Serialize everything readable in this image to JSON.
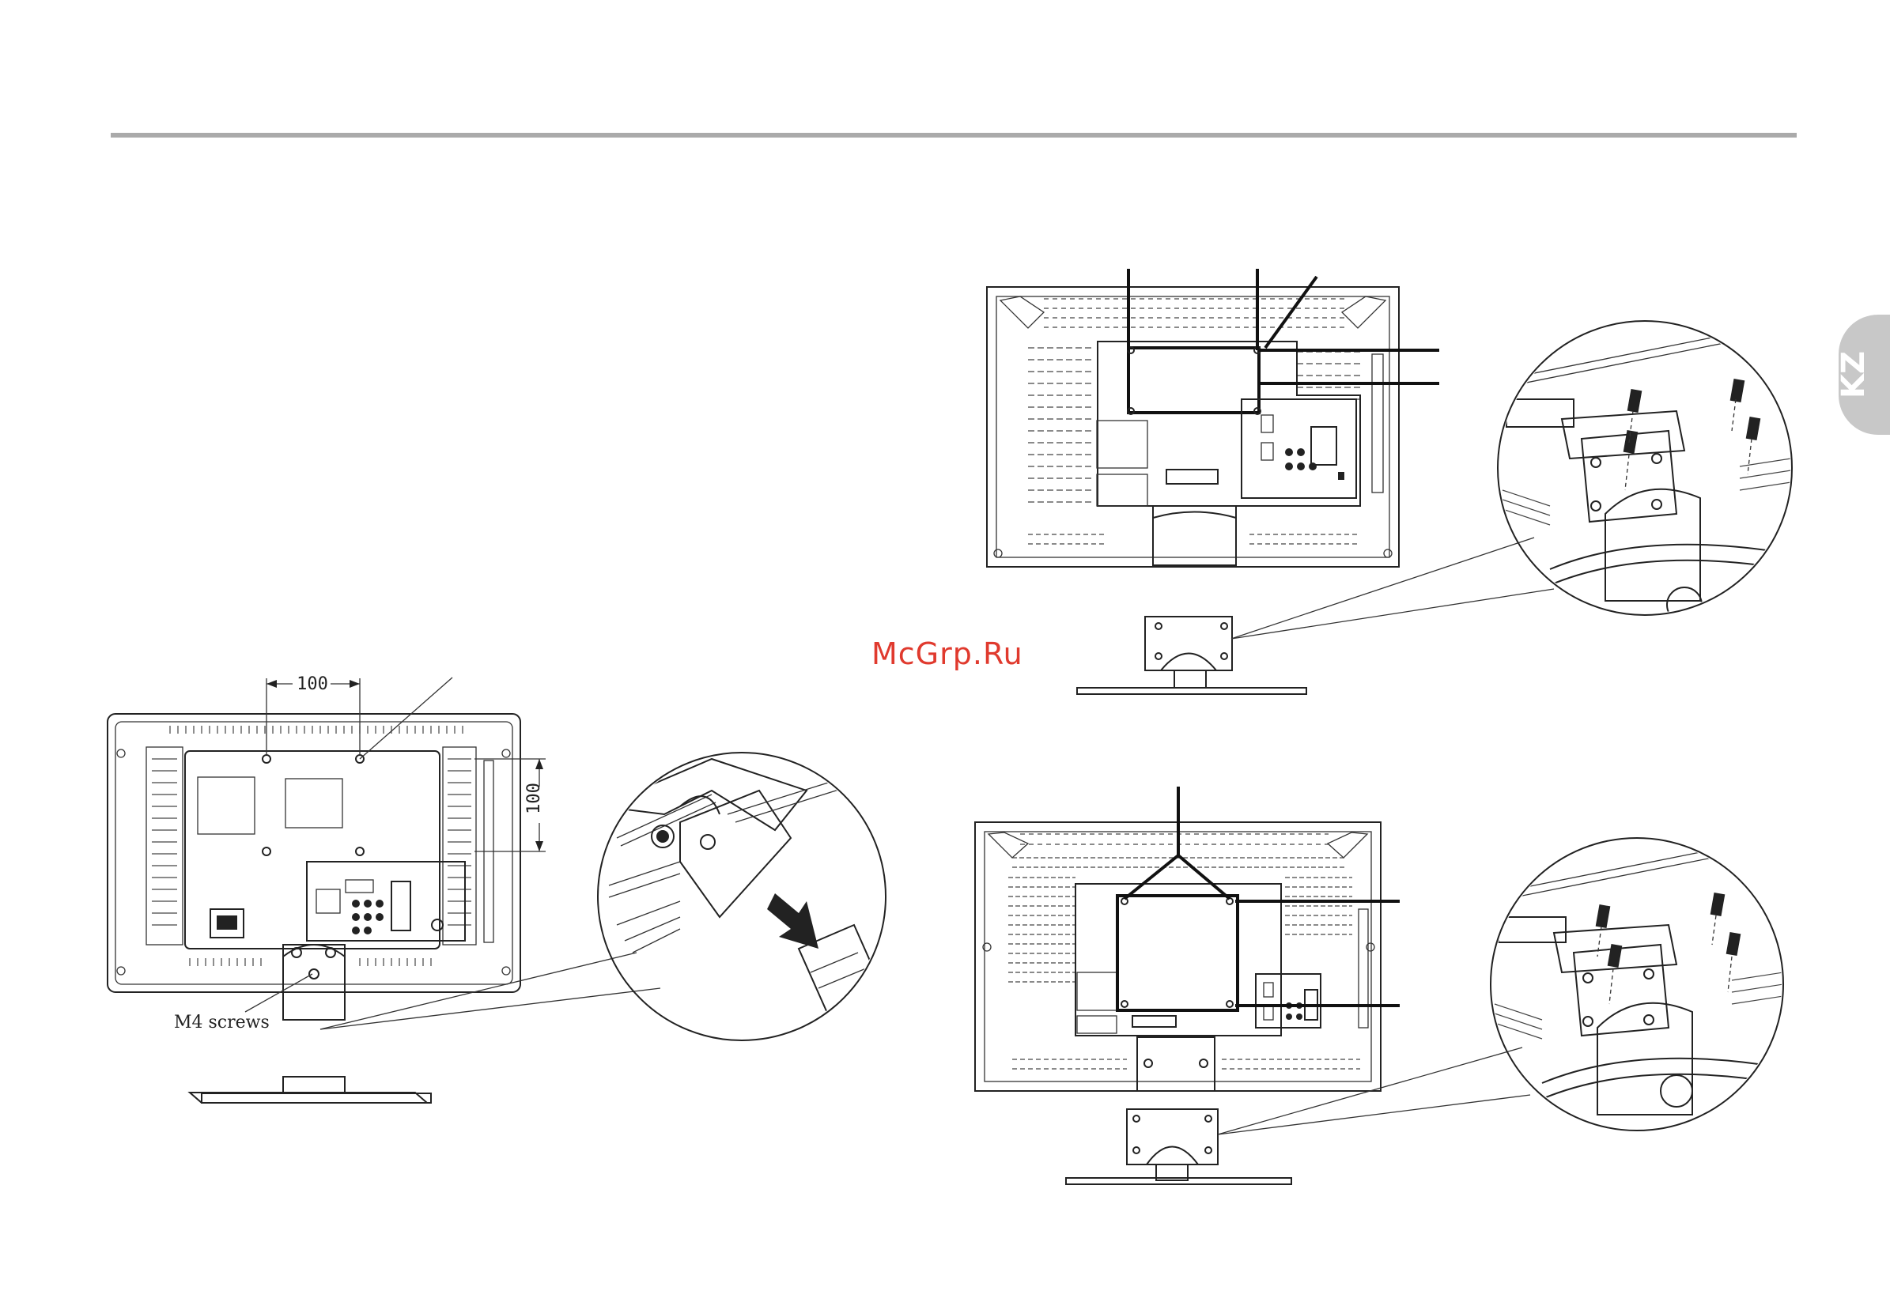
{
  "colors": {
    "rule": "#aaaaaa",
    "brand": "#e03a2e",
    "tab": "#c8c8c8",
    "ink": "#222222"
  },
  "figure_left": {
    "dim_horizontal": "100",
    "dim_vertical": "100",
    "screws_label": "M4 screws"
  },
  "watermark": "McGrp.Ru",
  "language_tab": "KZ"
}
